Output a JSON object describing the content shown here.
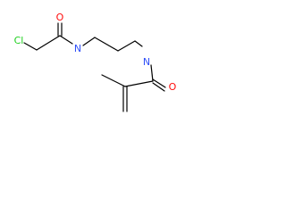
{
  "molecule": {
    "colors": {
      "oxygen": "#ff0d0d",
      "nitrogen": "#3050f8",
      "chlorine": "#1fd01f",
      "bond": "#000000"
    },
    "atoms": {
      "cl": {
        "label": "Cl",
        "element": "chlorine"
      },
      "o_left": {
        "label": "O",
        "element": "oxygen"
      },
      "nh_left": {
        "label": "N",
        "element": "nitrogen"
      },
      "nh_right": {
        "label": "N",
        "element": "nitrogen"
      },
      "o_right": {
        "label": "O",
        "element": "oxygen"
      }
    }
  }
}
